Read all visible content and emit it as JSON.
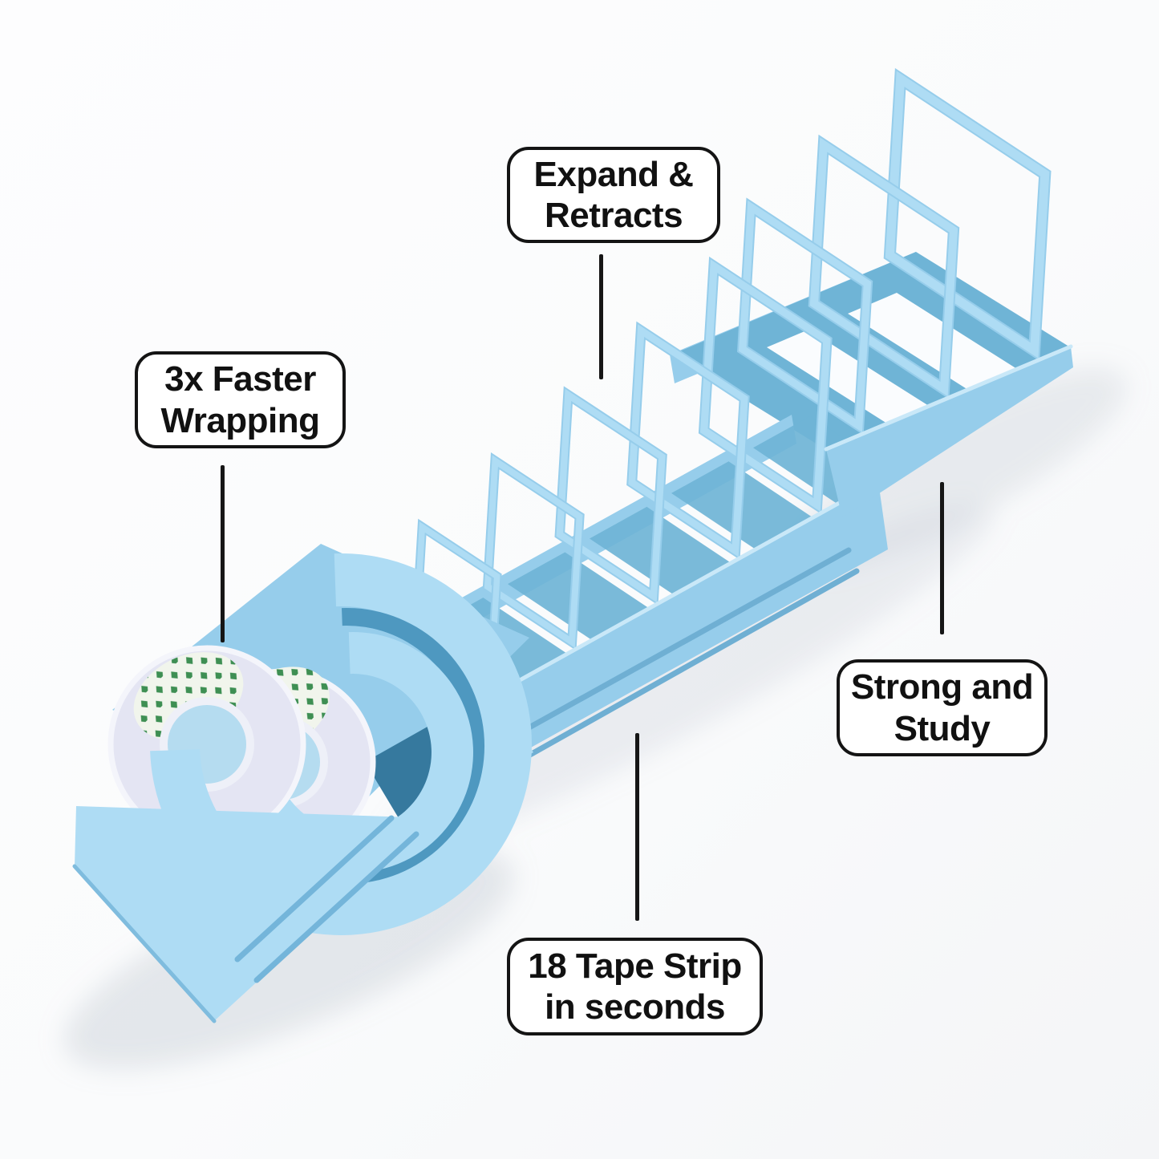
{
  "image_type": "product-feature-callout-photo",
  "product": {
    "name": "expandable-tape-dispenser",
    "visible_items": [
      "blue telescoping tape dispenser rack",
      "two rolls of clear adhesive tape with green dotted backing"
    ]
  },
  "callouts": {
    "expand_retracts": {
      "line1": "Expand &",
      "line2": "Retracts"
    },
    "faster_wrapping": {
      "line1": "3x Faster",
      "line2": "Wrapping"
    },
    "strong_sturdy": {
      "line1": "Strong and",
      "line2": "Study"
    },
    "tape_strips": {
      "line1": "18 Tape Strip",
      "line2": "in seconds"
    }
  },
  "style": {
    "callout_border": "#141414",
    "callout_background": "#FFFFFF",
    "callout_text": "#111111",
    "leader_line": "#161616",
    "background": "#FBFCFD"
  },
  "palette": {
    "light": "#AEDCF4",
    "lighter": "#C9E8F8",
    "mid": "#96CDEB",
    "midDark": "#6FB4D6",
    "dark": "#4E98C0",
    "deep": "#36799E",
    "tapeBody": "#E4E5F3",
    "tapeEdge": "#F4F5FB",
    "tapeCore": "#B5DCF0",
    "green": "#3E8F53",
    "greenBg": "#F1F5EC",
    "shadow": "rgba(168,180,192,0.28)"
  }
}
